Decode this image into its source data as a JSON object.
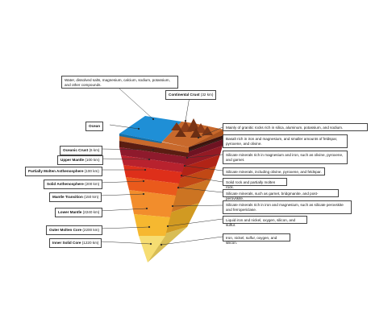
{
  "title_box": {
    "text": "Water, dissolved salts, magnesium, calcium, sodium, potassium, and other compounds."
  },
  "layers": [
    {
      "key": "ocean",
      "name": "Ocean",
      "detail": "",
      "color": "#1f8fd6"
    },
    {
      "key": "continental",
      "name": "Continental Crust",
      "detail": "(32 km)",
      "color": "#c8692c"
    },
    {
      "key": "oceanic",
      "name": "Oceanic Crust",
      "detail": "(6 km)",
      "color": "#5a1d12"
    },
    {
      "key": "upper_mantle",
      "name": "Upper Mantle",
      "detail": "(100 km)",
      "color": "#8e1a2c"
    },
    {
      "key": "partially_molten",
      "name": "Partially Molten Asthenosphere",
      "detail": "(100 km)",
      "color": "#b8222e"
    },
    {
      "key": "solid_asthenosphere",
      "name": "Solid Asthenosphere",
      "detail": "(200 km)",
      "color": "#de2f1a"
    },
    {
      "key": "mantle_transition",
      "name": "Mantle Transition",
      "detail": "(150 km)",
      "color": "#ea5a1c"
    },
    {
      "key": "lower_mantle",
      "name": "Lower Mantle",
      "detail": "(2240 km)",
      "color": "#f28d2c"
    },
    {
      "key": "outer_core",
      "name": "Outer Molten Core",
      "detail": "(2200 km)",
      "color": "#f6b830"
    },
    {
      "key": "inner_core",
      "name": "Inner Solid Core",
      "detail": "(1220 km)",
      "color": "#f6dd72"
    }
  ],
  "descriptions": [
    "Mainly of granitic rocks rich in silica, aluminum, potassium, and sodium.",
    "Basalt rich in iron and magnesium, and smaller amounts of feldspar, pyroxene, and olivine.",
    "Silicate minerals rich in magnesium and iron, such as olivine, pyroxene, and garnet.",
    "Silicate minerals, including olivine, pyroxene, and feldspar.",
    "Solid rock and partially molten rock.",
    "Silicate minerals, such as garnet, bridgmanite, and post-perovskite.",
    "Silicate minerals rich in iron and magnesium, such as silicate perovskite and ferropericlase.",
    "Liquid iron and nickel, oxygen, silicon, and sulfur.",
    "Iron, nickel, sulfur, oxygen, and silicon."
  ]
}
